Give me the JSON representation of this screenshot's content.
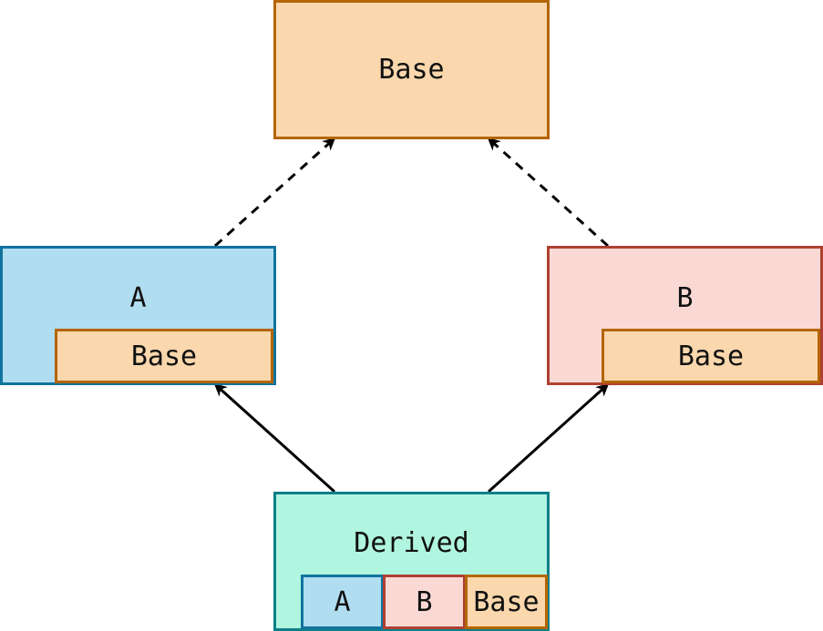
{
  "colors": {
    "base_fill": "#fad7ac",
    "base_stroke": "#b46504",
    "a_fill": "#b1ddf0",
    "a_stroke": "#10739e",
    "b_fill": "#fad9d5",
    "b_stroke": "#ae4132",
    "derived_fill": "#b0f5df",
    "derived_stroke": "#0e8088",
    "arrow": "#000000"
  },
  "nodes": {
    "base": {
      "label": "Base"
    },
    "a": {
      "label": "A",
      "inner": "Base"
    },
    "b": {
      "label": "B",
      "inner": "Base"
    },
    "derived": {
      "label": "Derived",
      "parts": [
        "A",
        "B",
        "Base"
      ]
    }
  },
  "edges": [
    {
      "from": "a",
      "to": "base",
      "style": "dashed"
    },
    {
      "from": "b",
      "to": "base",
      "style": "dashed"
    },
    {
      "from": "derived",
      "to": "a",
      "style": "solid"
    },
    {
      "from": "derived",
      "to": "b",
      "style": "solid"
    }
  ]
}
